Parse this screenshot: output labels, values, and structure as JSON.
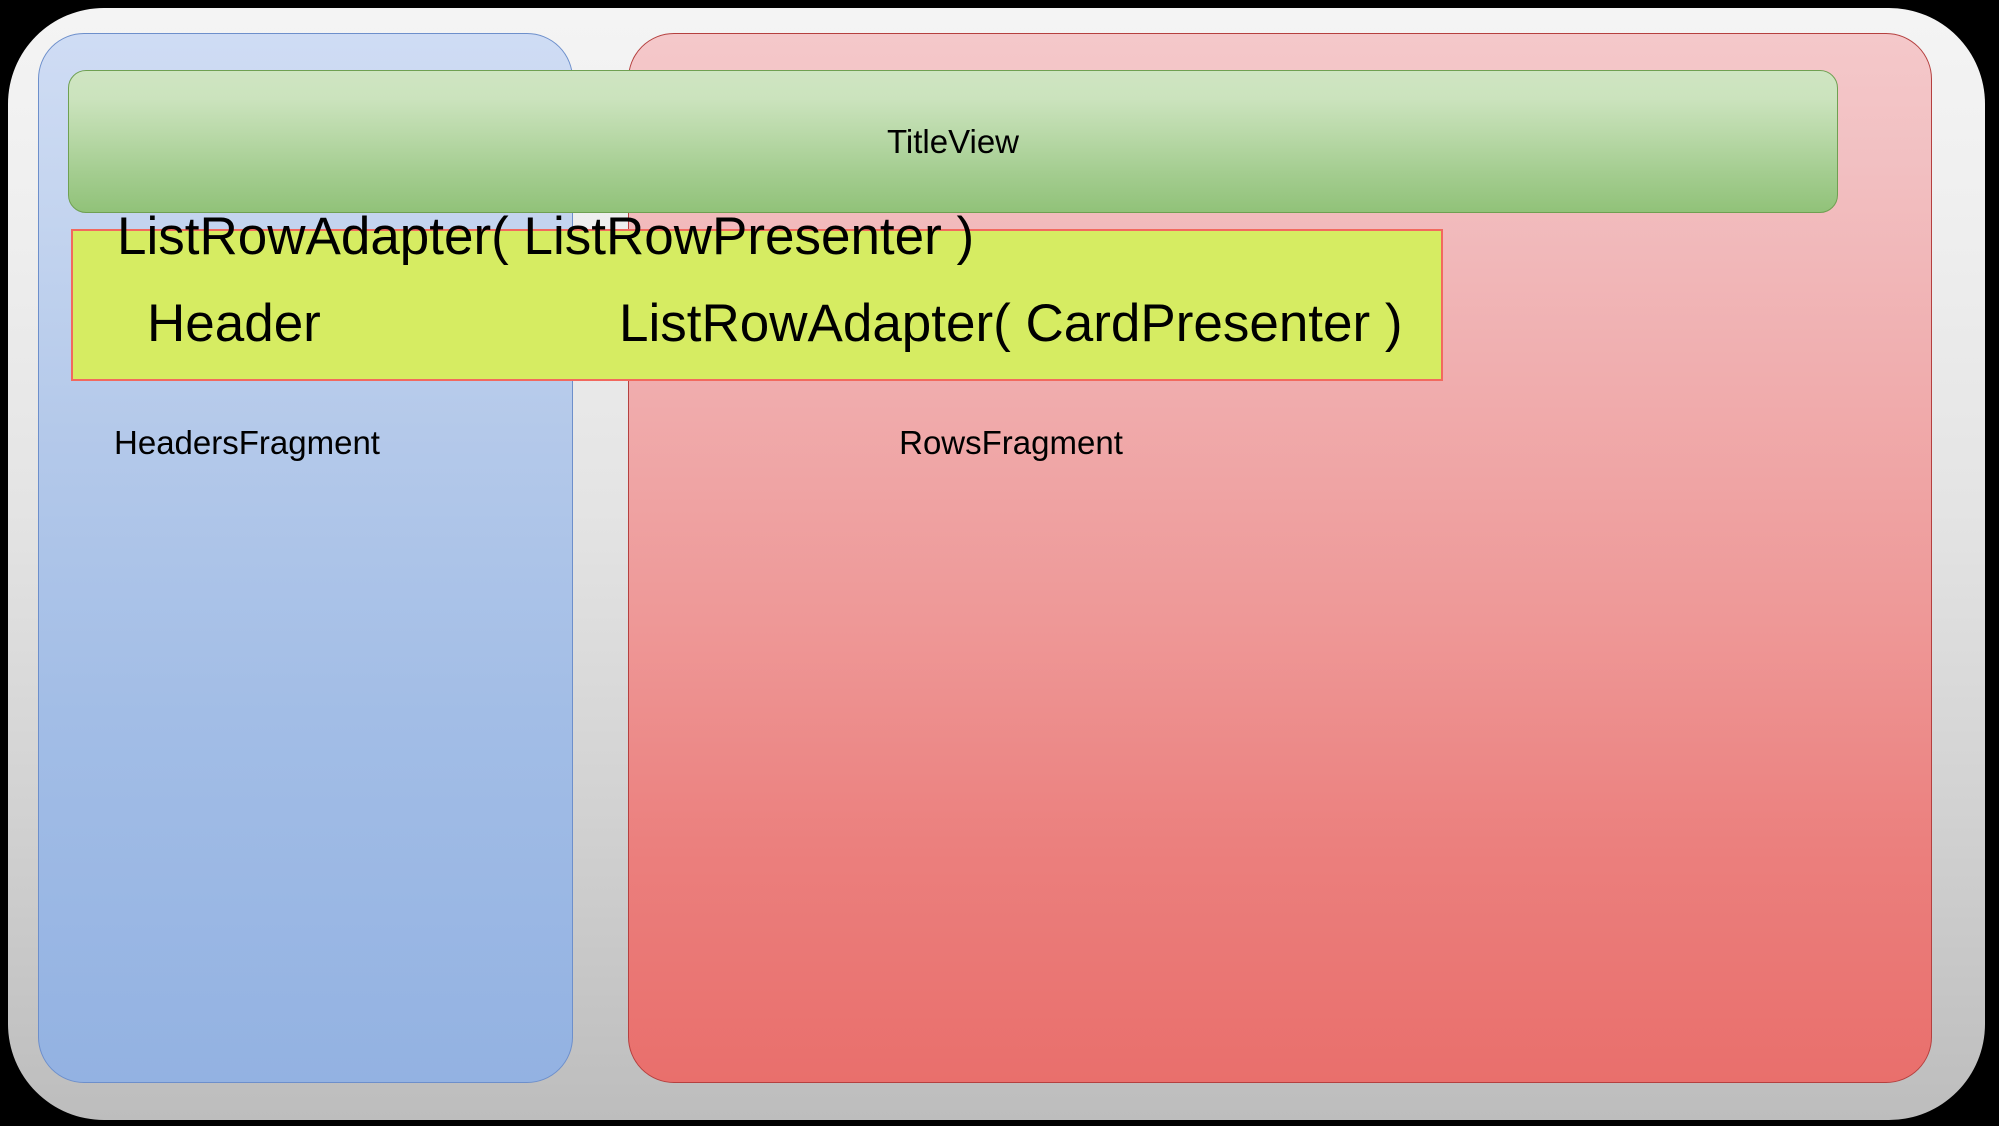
{
  "diagram": {
    "title": "Android TV Leanback BrowseFragment structure",
    "colors": {
      "headers_fragment_fill": "#a2bde6",
      "rows_fragment_fill": "#ee9897",
      "title_view_fill": "#a4cd90",
      "row_box_fill": "#d6ec62",
      "row_box_border": "#f2695e",
      "frame_fill": "#e4e4e4",
      "background": "#000000",
      "text": "#000000"
    },
    "panels": {
      "headers_fragment": {
        "label": "HeadersFragment"
      },
      "rows_fragment": {
        "label": "RowsFragment"
      }
    },
    "title_view": {
      "label": "TitleView"
    },
    "row": {
      "presenter_caption": "ListRowAdapter( ListRowPresenter )",
      "header_label": "Header",
      "card_presenter_caption": "ListRowAdapter( CardPresenter )"
    }
  }
}
